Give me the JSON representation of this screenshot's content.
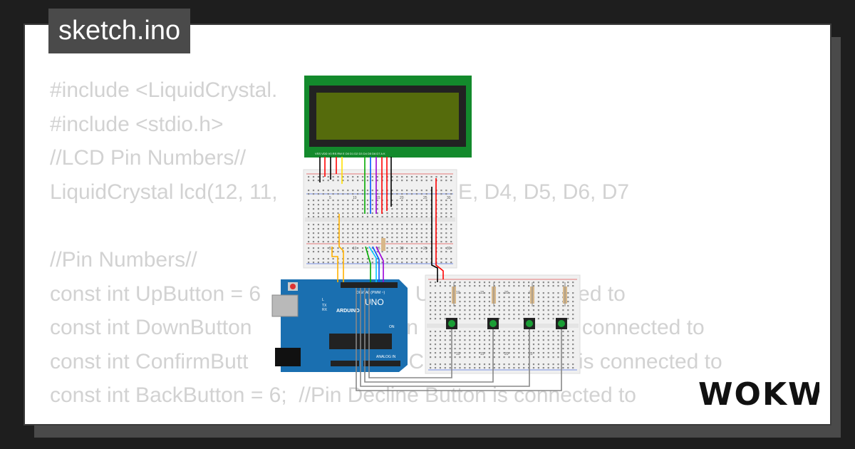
{
  "title": "sketch.ino",
  "code_lines": [
    "#include <LiquidCrystal.",
    "#include <stdio.h>",
    "//LCD Pin Numbers//",
    "LiquidCrystal lcd(12, 11,                          S, E, D4, D5, D6, D7",
    "",
    "//Pin Numbers//",
    "const int UpButton = 6                          Up                nected to",
    "const int DownButton                          n D                        connected to",
    "const int ConfirmButt                        n C                          is connected to",
    "const int BackButton = 6;  //Pin Decline Button is connected to"
  ],
  "board": {
    "name": "UNO",
    "brand": "ARDUINO",
    "digital_label": "DIGITAL (PWM ~)",
    "analog_label": "ANALOG IN",
    "on_label": "ON",
    "tx_label": "TX",
    "rx_label": "RX",
    "l_label": "L"
  },
  "lcd": {
    "pin_labels": "VSS VDD V0 RS RW E D0 D1 D2 D3 D4 D5 D6 D7 A K",
    "screen_color": "#556b0c",
    "pcb_color": "#138a2c"
  },
  "breadboard_numbers": [
    "5",
    "10",
    "15",
    "20",
    "25",
    "30"
  ],
  "small_breadboard_numbers": [
    "10",
    "15",
    "20",
    "25"
  ],
  "wire_colors": [
    "#ffb100",
    "#00aa00",
    "#0055ff",
    "#9b00d9",
    "#ff0000",
    "#000000",
    "#00c8ff",
    "#ffe000",
    "#888888"
  ],
  "logo_text": "WOKWi",
  "colors": {
    "background": "#1e1e1e",
    "card": "#ffffff",
    "tab": "#4a4a4a",
    "code_text": "#d2d2d2",
    "board": "#1a6fb0"
  }
}
